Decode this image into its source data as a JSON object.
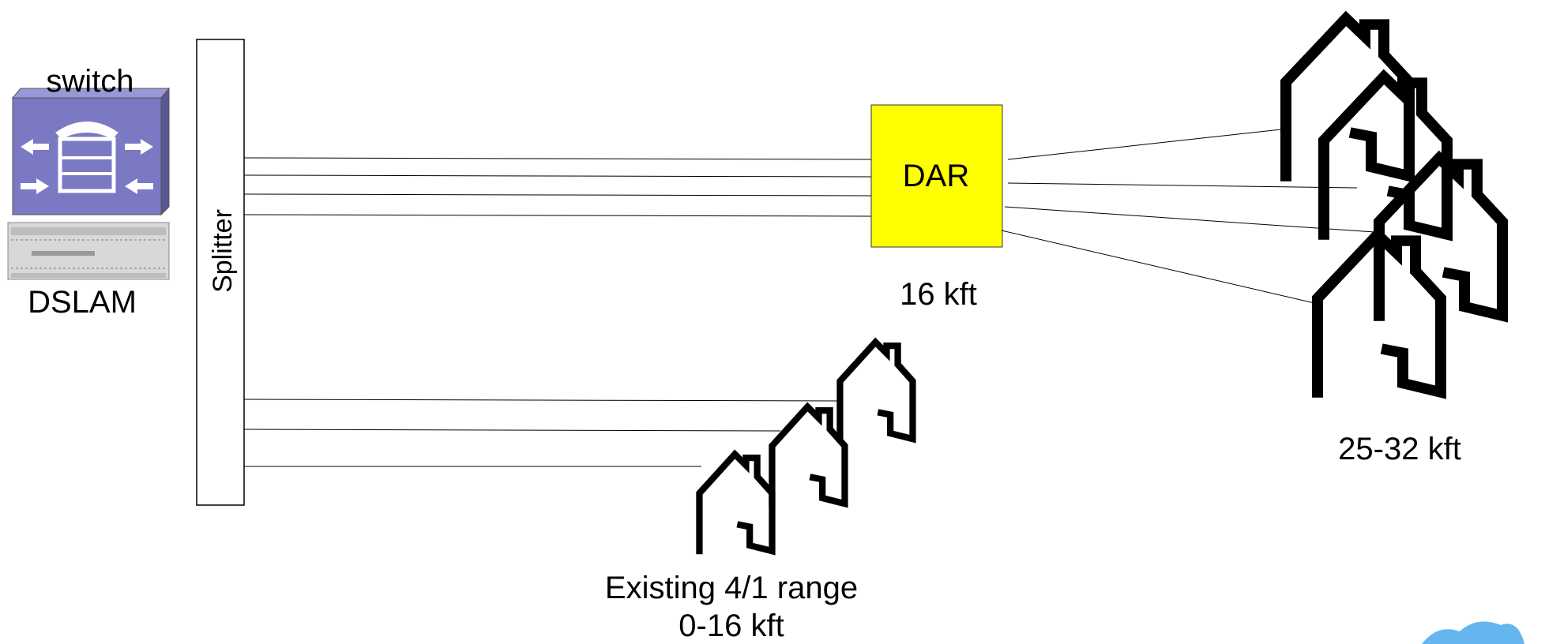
{
  "labels": {
    "switch": "switch",
    "dslam": "DSLAM",
    "splitter": "Splitter",
    "dar": "DAR",
    "dar_distance": "16 kft",
    "far_distance": "25-32 kft",
    "near_caption_line1": "Existing 4/1 range",
    "near_caption_line2": "0-16 kft"
  },
  "colors": {
    "dar_fill": "#ffff00",
    "switch_face": "#7b78c4",
    "switch_side": "#5a5796",
    "line": "#000000",
    "watermark": "#4aa8ec"
  },
  "icons": [
    "switch-icon",
    "dslam-icon",
    "house-icon",
    "watermark-icon"
  ]
}
